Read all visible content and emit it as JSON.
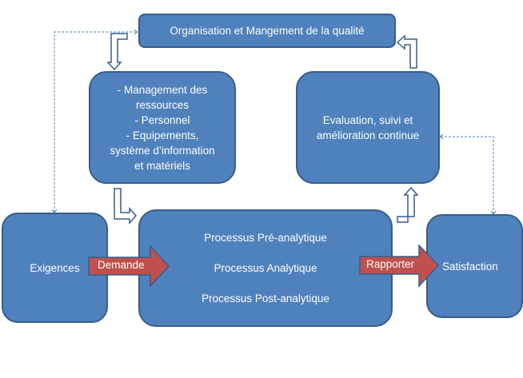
{
  "diagram": {
    "nodes": {
      "organisation": {
        "label": "Organisation et Mangement de la qualité"
      },
      "ressources": {
        "lines": [
          "- Management des",
          "ressources",
          "- Personnel",
          "- Equipements,",
          "système d’information",
          "et matériels"
        ]
      },
      "evaluation": {
        "lines": [
          "Evaluation, suivi et",
          "amélioration continue"
        ]
      },
      "exigences": {
        "label": "Exigences"
      },
      "processus": {
        "lines": [
          "Processus Pré-analytique",
          "Processus Analytique",
          "Processus Post-analytique"
        ]
      },
      "satisfaction": {
        "label": "Satisfaction"
      }
    },
    "arrows": {
      "demande": {
        "label": "Demande"
      },
      "rapporter": {
        "label": "Rapporter"
      }
    },
    "colors": {
      "box_fill": "#4f81bd",
      "box_border": "#385d8a",
      "arrow_fill": "#c0504d",
      "connector": "#4f81bd"
    }
  }
}
